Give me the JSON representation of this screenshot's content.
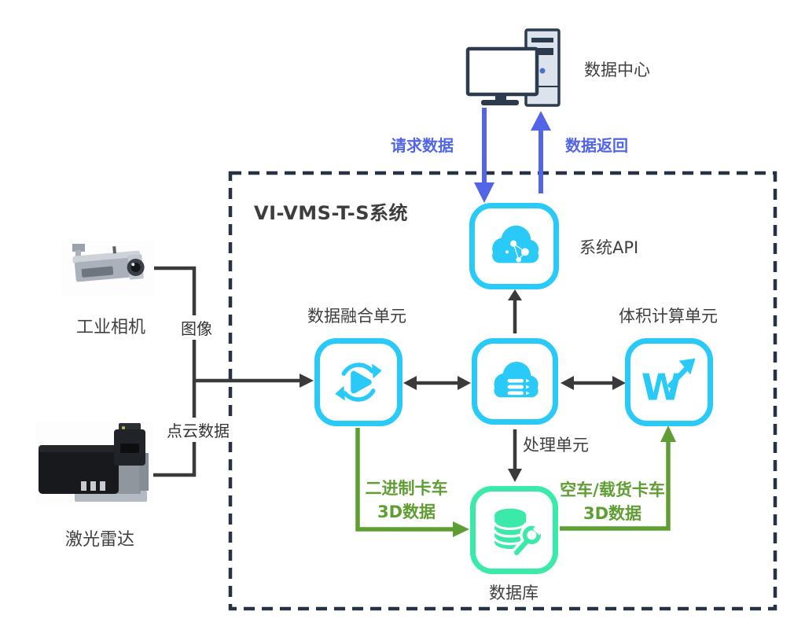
{
  "title": "VI-VMS-T-S系统",
  "data_center": {
    "label": "数据中心"
  },
  "nodes": {
    "api": "系统API",
    "fusion": "数据融合单元",
    "processing": "处理单元",
    "volume": "体积计算单元",
    "database": "数据库",
    "camera": "工业相机",
    "lidar": "激光雷达"
  },
  "flows": {
    "request": "请求数据",
    "return": "数据返回",
    "image": "图像",
    "point_cloud": "点云数据",
    "binary_truck_line1": "二进制卡车",
    "binary_truck_line2": "3D数据",
    "loaded_truck_line1": "空车/载货卡车",
    "loaded_truck_line2": "3D数据"
  },
  "icons": {
    "volume_letter": "W",
    "api_icon": "cloud-network-icon",
    "fusion_icon": "sync-play-icon",
    "processing_icon": "cloud-server-icon",
    "volume_icon": "w-trend-arrow-icon",
    "database_icon": "database-wrench-icon",
    "data_center_icon": "desktop-computer-icon"
  },
  "colors": {
    "cyan": "#29c9f8",
    "green_icon": "#3be9a8",
    "green_arrow": "#5f9e33",
    "blue_arrow": "#5165e6",
    "dark_arrow": "#3a3a3a",
    "dashed_border": "#263243"
  }
}
